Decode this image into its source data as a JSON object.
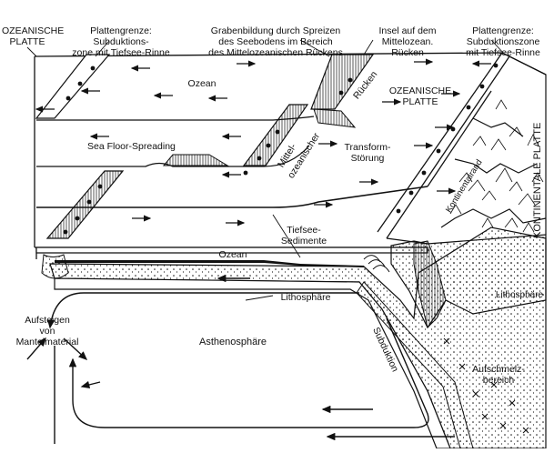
{
  "labels": {
    "oceanic_plate_left": [
      "OZEANISCHE",
      "PLATTE"
    ],
    "plate_boundary_left": [
      "Plattengrenze:",
      "Subduktions-",
      "zone mit Tiefsee-Rinne"
    ],
    "rift_formation": [
      "Grabenbildung durch Spreizen",
      "des Seebodens im Bereich",
      "des Mittelozeanischen Rückens"
    ],
    "island": [
      "Insel auf dem",
      "Mittelozean.",
      "Rücken"
    ],
    "plate_boundary_right": [
      "Plattengrenze:",
      "Subduktionszone",
      "mit Tiefsee-Rinne"
    ],
    "ocean_top": "Ozean",
    "ruecken": "Rücken",
    "oceanic_plate_right": [
      "OZEANISCHE",
      "PLATTE"
    ],
    "mid_ocean_ridge": [
      "Mittel-",
      "ozeanischer"
    ],
    "transform_fault": [
      "Transform-",
      "Störung"
    ],
    "sea_floor_spreading": "Sea Floor-Spreading",
    "continental_plate": "KONTINENTALE PLATTE",
    "continental_margin": "Kontinentalrand",
    "deep_sea_sediments": [
      "Tiefsee-",
      "Sedimente"
    ],
    "ocean_front": "Ozean",
    "lithosphere_left": "Lithosphäre",
    "lithosphere_right": "Lithosphäre",
    "mantle_rise": [
      "Aufsteigen",
      "von",
      "Mantelmaterial"
    ],
    "asthenosphere": "Asthenosphäre",
    "subduction": "Subduktion",
    "melting_zone": [
      "Aufschmelz-",
      "bereich"
    ]
  },
  "colors": {
    "ink": "#111111",
    "paper": "#ffffff"
  }
}
